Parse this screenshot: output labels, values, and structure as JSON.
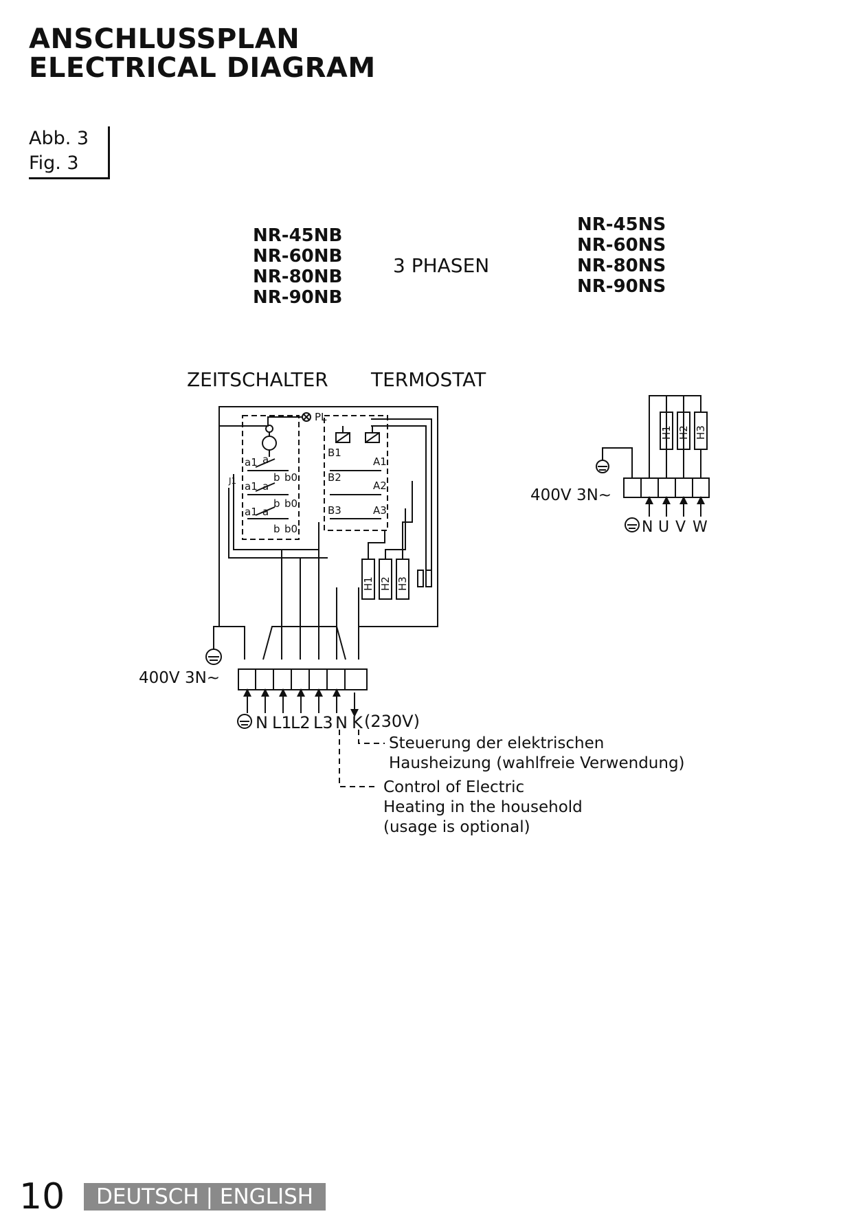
{
  "title": {
    "line1": "ANSCHLUSSPLAN",
    "line2": "ELECTRICAL DIAGRAM"
  },
  "figure": {
    "abb": "Abb. 3",
    "fig": "Fig. 3"
  },
  "models_nb": [
    "NR-45NB",
    "NR-60NB",
    "NR-80NB",
    "NR-90NB"
  ],
  "models_ns": [
    "NR-45NS",
    "NR-60NS",
    "NR-80NS",
    "NR-90NS"
  ],
  "phase_label": "3 PHASEN",
  "labels": {
    "zeitschalter": "ZEITSCHALTER",
    "termostat": "TERMOSTAT"
  },
  "supply_left": "400V 3N~",
  "supply_right": "400V 3N~",
  "terminals_left": [
    "N",
    "L1",
    "L2",
    "L3",
    "N",
    "K"
  ],
  "terminal_extra": "(230V)",
  "terminals_right": [
    "N",
    "U",
    "V",
    "W"
  ],
  "heaters": [
    "H1",
    "H2",
    "H3"
  ],
  "switch_labels": {
    "pl": "PL",
    "a": "a",
    "a1": "a1",
    "b": "b",
    "b0": "b0",
    "j1": "J1",
    "b1": "B1",
    "b2": "B2",
    "b3": "B3",
    "a1c": "A1",
    "a2c": "A2",
    "a3c": "A3"
  },
  "note_de": [
    "Steuerung der elektrischen",
    "Hausheizung (wahlfreie Verwendung)"
  ],
  "note_en": [
    "Control of Electric",
    "Heating in the household",
    "(usage is optional)"
  ],
  "footer": {
    "page": "10",
    "lang": "DEUTSCH | ENGLISH"
  }
}
